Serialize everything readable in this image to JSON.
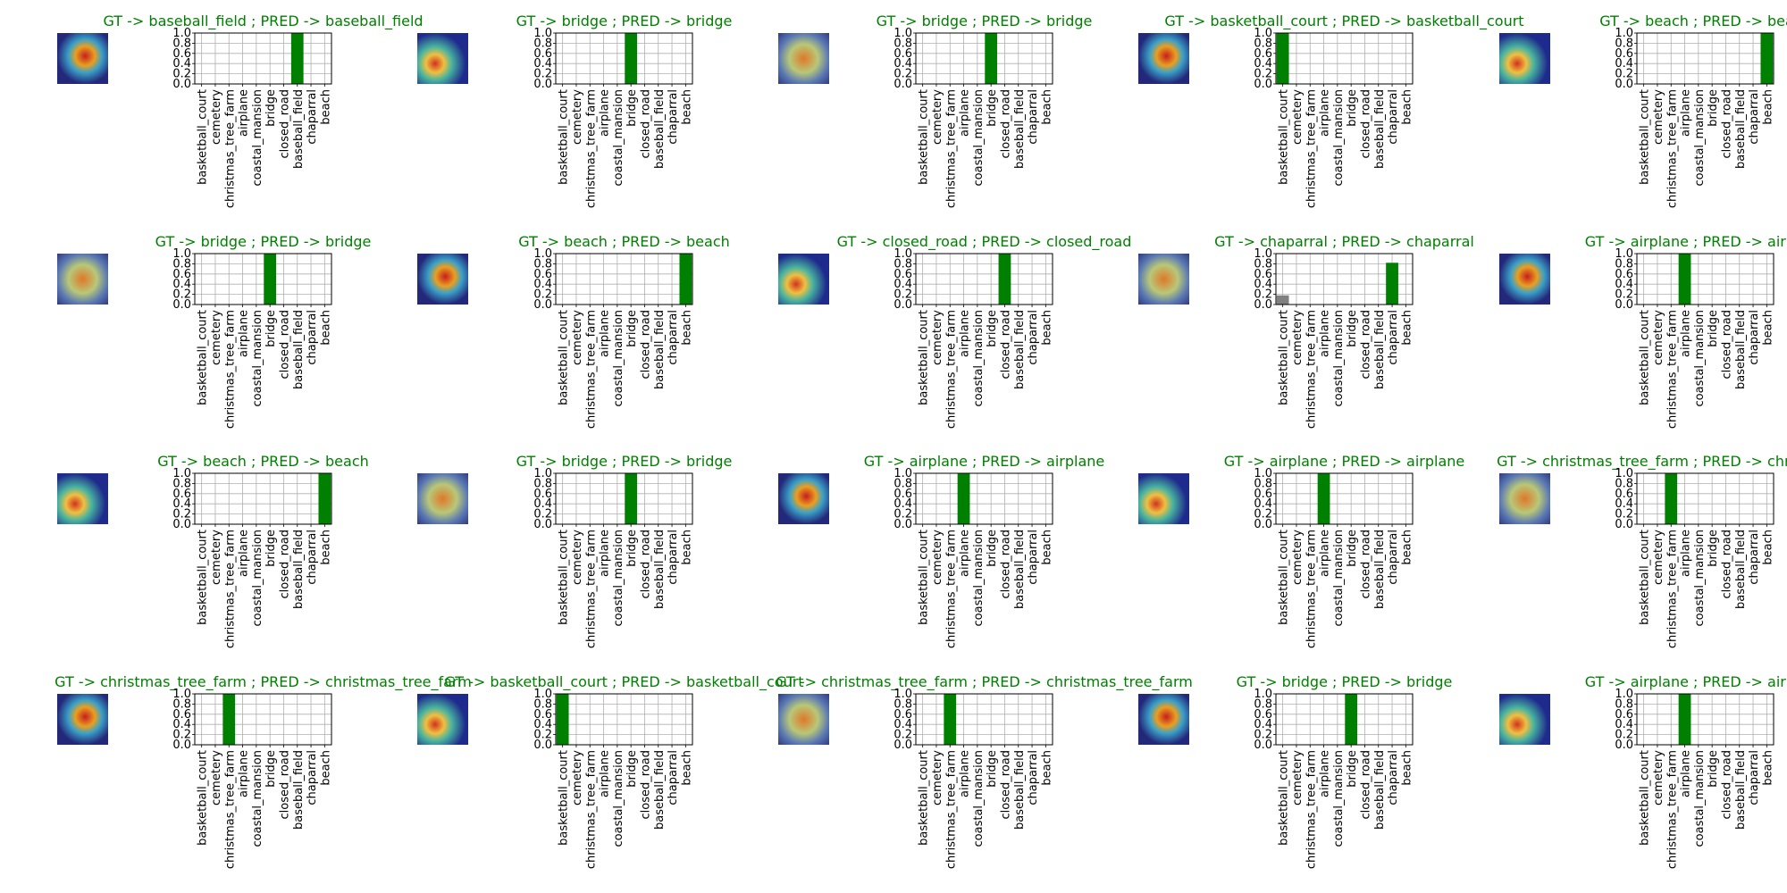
{
  "figure": {
    "colors": {
      "correct": "#008000",
      "other": "#808080",
      "grid": "#b0b0b0",
      "axis": "#000000",
      "title_correct": "#008000"
    },
    "chart_data": [
      {
        "type": "bar",
        "title": "GT -> baseball_field ; PRED -> baseball_field",
        "thumbnail": "heatmap-image",
        "categories": [
          "basketball_court",
          "cemetery",
          "christmas_tree_farm",
          "airplane",
          "coastal_mansion",
          "bridge",
          "closed_road",
          "baseball_field",
          "chaparral",
          "beach"
        ],
        "values": [
          0,
          0,
          0,
          0,
          0,
          0,
          0,
          1.0,
          0,
          0
        ],
        "highlight": 7,
        "ylim": [
          0,
          1
        ],
        "yticks": [
          "0.0",
          "0.2",
          "0.4",
          "0.6",
          "0.8",
          "1.0"
        ]
      },
      {
        "type": "bar",
        "title": "GT -> bridge ; PRED -> bridge",
        "thumbnail": "heatmap-image",
        "categories": [
          "basketball_court",
          "cemetery",
          "christmas_tree_farm",
          "airplane",
          "coastal_mansion",
          "bridge",
          "closed_road",
          "baseball_field",
          "chaparral",
          "beach"
        ],
        "values": [
          0,
          0,
          0,
          0,
          0,
          1.0,
          0,
          0,
          0,
          0
        ],
        "highlight": 5,
        "ylim": [
          0,
          1
        ],
        "yticks": [
          "0.0",
          "0.2",
          "0.4",
          "0.6",
          "0.8",
          "1.0"
        ]
      },
      {
        "type": "bar",
        "title": "GT -> bridge ; PRED -> bridge",
        "thumbnail": "heatmap-image",
        "categories": [
          "basketball_court",
          "cemetery",
          "christmas_tree_farm",
          "airplane",
          "coastal_mansion",
          "bridge",
          "closed_road",
          "baseball_field",
          "chaparral",
          "beach"
        ],
        "values": [
          0,
          0,
          0,
          0,
          0,
          1.0,
          0,
          0,
          0,
          0
        ],
        "highlight": 5,
        "ylim": [
          0,
          1
        ],
        "yticks": [
          "0.0",
          "0.2",
          "0.4",
          "0.6",
          "0.8",
          "1.0"
        ]
      },
      {
        "type": "bar",
        "title": "GT -> basketball_court ; PRED -> basketball_court",
        "thumbnail": "heatmap-image",
        "categories": [
          "basketball_court",
          "cemetery",
          "christmas_tree_farm",
          "airplane",
          "coastal_mansion",
          "bridge",
          "closed_road",
          "baseball_field",
          "chaparral",
          "beach"
        ],
        "values": [
          1.0,
          0,
          0,
          0,
          0,
          0,
          0,
          0,
          0,
          0
        ],
        "highlight": 0,
        "ylim": [
          0,
          1
        ],
        "yticks": [
          "0.0",
          "0.2",
          "0.4",
          "0.6",
          "0.8",
          "1.0"
        ]
      },
      {
        "type": "bar",
        "title": "GT -> beach ; PRED -> beach",
        "thumbnail": "heatmap-image",
        "categories": [
          "basketball_court",
          "cemetery",
          "christmas_tree_farm",
          "airplane",
          "coastal_mansion",
          "bridge",
          "closed_road",
          "baseball_field",
          "chaparral",
          "beach"
        ],
        "values": [
          0,
          0,
          0,
          0,
          0,
          0,
          0,
          0,
          0,
          1.0
        ],
        "highlight": 9,
        "ylim": [
          0,
          1
        ],
        "yticks": [
          "0.0",
          "0.2",
          "0.4",
          "0.6",
          "0.8",
          "1.0"
        ]
      },
      {
        "type": "bar",
        "title": "GT -> bridge ; PRED -> bridge",
        "thumbnail": "heatmap-image",
        "categories": [
          "basketball_court",
          "cemetery",
          "christmas_tree_farm",
          "airplane",
          "coastal_mansion",
          "bridge",
          "closed_road",
          "baseball_field",
          "chaparral",
          "beach"
        ],
        "values": [
          0,
          0,
          0,
          0,
          0,
          1.0,
          0,
          0,
          0,
          0
        ],
        "highlight": 5,
        "ylim": [
          0,
          1
        ],
        "yticks": [
          "0.0",
          "0.2",
          "0.4",
          "0.6",
          "0.8",
          "1.0"
        ]
      },
      {
        "type": "bar",
        "title": "GT -> beach ; PRED -> beach",
        "thumbnail": "heatmap-image",
        "categories": [
          "basketball_court",
          "cemetery",
          "christmas_tree_farm",
          "airplane",
          "coastal_mansion",
          "bridge",
          "closed_road",
          "baseball_field",
          "chaparral",
          "beach"
        ],
        "values": [
          0,
          0,
          0,
          0,
          0,
          0,
          0,
          0,
          0,
          1.0
        ],
        "highlight": 9,
        "ylim": [
          0,
          1
        ],
        "yticks": [
          "0.0",
          "0.2",
          "0.4",
          "0.6",
          "0.8",
          "1.0"
        ]
      },
      {
        "type": "bar",
        "title": "GT -> closed_road ; PRED -> closed_road",
        "thumbnail": "heatmap-image",
        "categories": [
          "basketball_court",
          "cemetery",
          "christmas_tree_farm",
          "airplane",
          "coastal_mansion",
          "bridge",
          "closed_road",
          "baseball_field",
          "chaparral",
          "beach"
        ],
        "values": [
          0,
          0,
          0,
          0,
          0,
          0,
          1.0,
          0,
          0,
          0
        ],
        "highlight": 6,
        "ylim": [
          0,
          1
        ],
        "yticks": [
          "0.0",
          "0.2",
          "0.4",
          "0.6",
          "0.8",
          "1.0"
        ]
      },
      {
        "type": "bar",
        "title": "GT -> chaparral ; PRED -> chaparral",
        "thumbnail": "heatmap-image",
        "categories": [
          "basketball_court",
          "cemetery",
          "christmas_tree_farm",
          "airplane",
          "coastal_mansion",
          "bridge",
          "closed_road",
          "baseball_field",
          "chaparral",
          "beach"
        ],
        "values": [
          0.18,
          0,
          0,
          0,
          0,
          0,
          0,
          0,
          0.82,
          0
        ],
        "highlight": 8,
        "ylim": [
          0,
          1
        ],
        "yticks": [
          "0.0",
          "0.2",
          "0.4",
          "0.6",
          "0.8",
          "1.0"
        ]
      },
      {
        "type": "bar",
        "title": "GT -> airplane ; PRED -> airplane",
        "thumbnail": "heatmap-image",
        "categories": [
          "basketball_court",
          "cemetery",
          "christmas_tree_farm",
          "airplane",
          "coastal_mansion",
          "bridge",
          "closed_road",
          "baseball_field",
          "chaparral",
          "beach"
        ],
        "values": [
          0,
          0,
          0,
          1.0,
          0,
          0,
          0,
          0,
          0,
          0
        ],
        "highlight": 3,
        "ylim": [
          0,
          1
        ],
        "yticks": [
          "0.0",
          "0.2",
          "0.4",
          "0.6",
          "0.8",
          "1.0"
        ]
      },
      {
        "type": "bar",
        "title": "GT -> beach ; PRED -> beach",
        "thumbnail": "heatmap-image",
        "categories": [
          "basketball_court",
          "cemetery",
          "christmas_tree_farm",
          "airplane",
          "coastal_mansion",
          "bridge",
          "closed_road",
          "baseball_field",
          "chaparral",
          "beach"
        ],
        "values": [
          0,
          0,
          0,
          0,
          0,
          0,
          0,
          0,
          0,
          1.0
        ],
        "highlight": 9,
        "ylim": [
          0,
          1
        ],
        "yticks": [
          "0.0",
          "0.2",
          "0.4",
          "0.6",
          "0.8",
          "1.0"
        ]
      },
      {
        "type": "bar",
        "title": "GT -> bridge ; PRED -> bridge",
        "thumbnail": "heatmap-image",
        "categories": [
          "basketball_court",
          "cemetery",
          "christmas_tree_farm",
          "airplane",
          "coastal_mansion",
          "bridge",
          "closed_road",
          "baseball_field",
          "chaparral",
          "beach"
        ],
        "values": [
          0,
          0,
          0,
          0,
          0,
          1.0,
          0,
          0,
          0,
          0
        ],
        "highlight": 5,
        "ylim": [
          0,
          1
        ],
        "yticks": [
          "0.0",
          "0.2",
          "0.4",
          "0.6",
          "0.8",
          "1.0"
        ]
      },
      {
        "type": "bar",
        "title": "GT -> airplane ; PRED -> airplane",
        "thumbnail": "heatmap-image",
        "categories": [
          "basketball_court",
          "cemetery",
          "christmas_tree_farm",
          "airplane",
          "coastal_mansion",
          "bridge",
          "closed_road",
          "baseball_field",
          "chaparral",
          "beach"
        ],
        "values": [
          0,
          0,
          0,
          1.0,
          0,
          0,
          0,
          0,
          0,
          0
        ],
        "highlight": 3,
        "ylim": [
          0,
          1
        ],
        "yticks": [
          "0.0",
          "0.2",
          "0.4",
          "0.6",
          "0.8",
          "1.0"
        ]
      },
      {
        "type": "bar",
        "title": "GT -> airplane ; PRED -> airplane",
        "thumbnail": "heatmap-image",
        "categories": [
          "basketball_court",
          "cemetery",
          "christmas_tree_farm",
          "airplane",
          "coastal_mansion",
          "bridge",
          "closed_road",
          "baseball_field",
          "chaparral",
          "beach"
        ],
        "values": [
          0,
          0,
          0,
          1.0,
          0,
          0,
          0,
          0,
          0,
          0
        ],
        "highlight": 3,
        "ylim": [
          0,
          1
        ],
        "yticks": [
          "0.0",
          "0.2",
          "0.4",
          "0.6",
          "0.8",
          "1.0"
        ]
      },
      {
        "type": "bar",
        "title": "GT -> christmas_tree_farm ; PRED -> christmas_tree_farm",
        "thumbnail": "heatmap-image",
        "categories": [
          "basketball_court",
          "cemetery",
          "christmas_tree_farm",
          "airplane",
          "coastal_mansion",
          "bridge",
          "closed_road",
          "baseball_field",
          "chaparral",
          "beach"
        ],
        "values": [
          0,
          0,
          1.0,
          0,
          0,
          0,
          0,
          0,
          0,
          0
        ],
        "highlight": 2,
        "ylim": [
          0,
          1
        ],
        "yticks": [
          "0.0",
          "0.2",
          "0.4",
          "0.6",
          "0.8",
          "1.0"
        ]
      },
      {
        "type": "bar",
        "title": "GT -> christmas_tree_farm ; PRED -> christmas_tree_farm",
        "thumbnail": "heatmap-image",
        "categories": [
          "basketball_court",
          "cemetery",
          "christmas_tree_farm",
          "airplane",
          "coastal_mansion",
          "bridge",
          "closed_road",
          "baseball_field",
          "chaparral",
          "beach"
        ],
        "values": [
          0,
          0,
          1.0,
          0,
          0,
          0,
          0,
          0,
          0,
          0
        ],
        "highlight": 2,
        "ylim": [
          0,
          1
        ],
        "yticks": [
          "0.0",
          "0.2",
          "0.4",
          "0.6",
          "0.8",
          "1.0"
        ]
      },
      {
        "type": "bar",
        "title": "GT -> basketball_court ; PRED -> basketball_court",
        "thumbnail": "heatmap-image",
        "categories": [
          "basketball_court",
          "cemetery",
          "christmas_tree_farm",
          "airplane",
          "coastal_mansion",
          "bridge",
          "closed_road",
          "baseball_field",
          "chaparral",
          "beach"
        ],
        "values": [
          1.0,
          0,
          0,
          0,
          0,
          0,
          0,
          0,
          0,
          0
        ],
        "highlight": 0,
        "ylim": [
          0,
          1
        ],
        "yticks": [
          "0.0",
          "0.2",
          "0.4",
          "0.6",
          "0.8",
          "1.0"
        ]
      },
      {
        "type": "bar",
        "title": "GT -> christmas_tree_farm ; PRED -> christmas_tree_farm",
        "thumbnail": "heatmap-image",
        "categories": [
          "basketball_court",
          "cemetery",
          "christmas_tree_farm",
          "airplane",
          "coastal_mansion",
          "bridge",
          "closed_road",
          "baseball_field",
          "chaparral",
          "beach"
        ],
        "values": [
          0,
          0,
          1.0,
          0,
          0,
          0,
          0,
          0,
          0,
          0
        ],
        "highlight": 2,
        "ylim": [
          0,
          1
        ],
        "yticks": [
          "0.0",
          "0.2",
          "0.4",
          "0.6",
          "0.8",
          "1.0"
        ]
      },
      {
        "type": "bar",
        "title": "GT -> bridge ; PRED -> bridge",
        "thumbnail": "heatmap-image",
        "categories": [
          "basketball_court",
          "cemetery",
          "christmas_tree_farm",
          "airplane",
          "coastal_mansion",
          "bridge",
          "closed_road",
          "baseball_field",
          "chaparral",
          "beach"
        ],
        "values": [
          0,
          0,
          0,
          0,
          0,
          1.0,
          0,
          0,
          0,
          0
        ],
        "highlight": 5,
        "ylim": [
          0,
          1
        ],
        "yticks": [
          "0.0",
          "0.2",
          "0.4",
          "0.6",
          "0.8",
          "1.0"
        ]
      },
      {
        "type": "bar",
        "title": "GT -> airplane ; PRED -> airplane",
        "thumbnail": "heatmap-image",
        "categories": [
          "basketball_court",
          "cemetery",
          "christmas_tree_farm",
          "airplane",
          "coastal_mansion",
          "bridge",
          "closed_road",
          "baseball_field",
          "chaparral",
          "beach"
        ],
        "values": [
          0,
          0,
          0,
          1.0,
          0,
          0,
          0,
          0,
          0,
          0
        ],
        "highlight": 3,
        "ylim": [
          0,
          1
        ],
        "yticks": [
          "0.0",
          "0.2",
          "0.4",
          "0.6",
          "0.8",
          "1.0"
        ]
      }
    ]
  }
}
